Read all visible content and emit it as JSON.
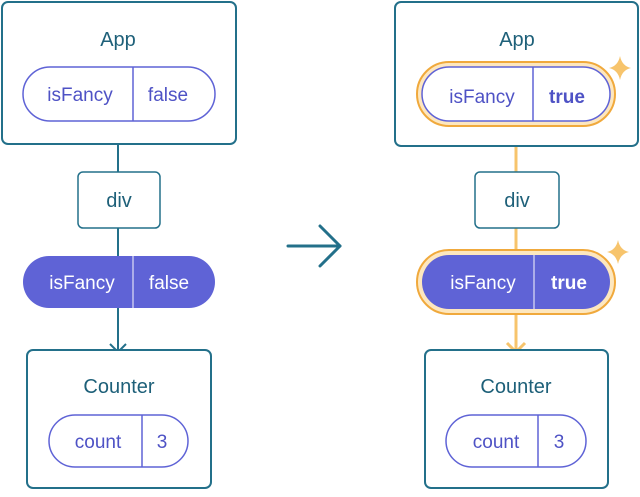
{
  "colors": {
    "teal": "#23708a",
    "purple": "#5f63d6",
    "highlight": "#f7c46c",
    "highlight_stroke": "#f0a93c",
    "text_teal": "#1e6079",
    "text_purple": "#4e52c5",
    "white": "#ffffff"
  },
  "diagram": {
    "before": {
      "app": {
        "title": "App",
        "prop_name": "isFancy",
        "prop_value": "false"
      },
      "div": {
        "label": "div"
      },
      "prop": {
        "name": "isFancy",
        "value": "false"
      },
      "counter": {
        "title": "Counter",
        "prop_name": "count",
        "prop_value": "3"
      }
    },
    "after": {
      "app": {
        "title": "App",
        "prop_name": "isFancy",
        "prop_value": "true"
      },
      "div": {
        "label": "div"
      },
      "prop": {
        "name": "isFancy",
        "value": "true"
      },
      "counter": {
        "title": "Counter",
        "prop_name": "count",
        "prop_value": "3"
      }
    },
    "transition_icon": "arrow-right-icon",
    "sparkle_icon": "sparkle-icon"
  }
}
